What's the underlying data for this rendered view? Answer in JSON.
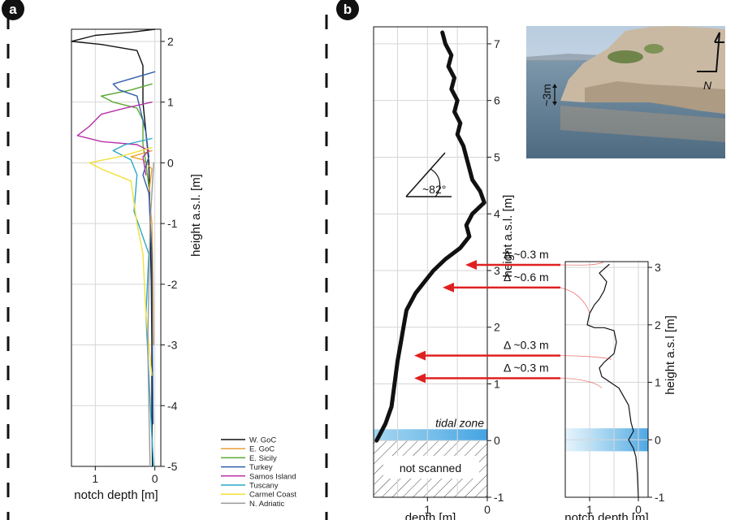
{
  "panel_labels": [
    "a",
    "b"
  ],
  "photo": {
    "label": "~3m",
    "north": "N"
  },
  "chart_data": [
    {
      "id": "a",
      "type": "line",
      "xlabel": "notch depth [m]",
      "ylabel": "height a.s.l. [m]",
      "xlim": [
        1.4,
        -0.1
      ],
      "ylim": [
        -5,
        2.2
      ],
      "xticks": [
        1,
        0
      ],
      "yticks": [
        2,
        1,
        0,
        -1,
        -2,
        -3,
        -4,
        -5
      ],
      "grid": true,
      "legend": "bottom-right",
      "series": [
        {
          "name": "W. GoC",
          "color": "#111111",
          "points": [
            [
              0,
              2.2
            ],
            [
              0.4,
              2.15
            ],
            [
              1.0,
              2.1
            ],
            [
              1.4,
              2.0
            ],
            [
              0.9,
              1.95
            ],
            [
              0.3,
              1.85
            ],
            [
              0.2,
              1.6
            ],
            [
              0.2,
              1.0
            ],
            [
              0.15,
              0.5
            ],
            [
              0.12,
              0.2
            ],
            [
              0.1,
              0
            ],
            [
              0.08,
              -1
            ],
            [
              0.06,
              -2
            ],
            [
              0.05,
              -3
            ],
            [
              0.05,
              -4
            ],
            [
              0.04,
              -5
            ]
          ]
        },
        {
          "name": "E. GoC",
          "color": "#e8a03a",
          "points": [
            [
              0.05,
              0.2
            ],
            [
              0.4,
              0.1
            ],
            [
              0.2,
              0.05
            ],
            [
              0.05,
              -0.1
            ],
            [
              0.1,
              -0.5
            ],
            [
              0.05,
              -1
            ],
            [
              0.03,
              -2
            ],
            [
              0.02,
              -3
            ]
          ]
        },
        {
          "name": "E. Sicily",
          "color": "#5aa832",
          "points": [
            [
              0.05,
              1.3
            ],
            [
              0.4,
              1.2
            ],
            [
              0.9,
              1.1
            ],
            [
              0.7,
              1.0
            ],
            [
              0.3,
              0.9
            ],
            [
              0.2,
              0.7
            ],
            [
              0.2,
              0.3
            ],
            [
              0.15,
              0
            ],
            [
              0.1,
              -0.4
            ]
          ]
        },
        {
          "name": "Turkey",
          "color": "#2f5fa8",
          "points": [
            [
              0,
              1.5
            ],
            [
              0.35,
              1.4
            ],
            [
              0.7,
              1.3
            ],
            [
              0.6,
              1.2
            ],
            [
              0.3,
              1.1
            ],
            [
              0.25,
              0.9
            ],
            [
              0.15,
              0.5
            ],
            [
              0.1,
              0.1
            ],
            [
              0.2,
              -0.2
            ],
            [
              0.1,
              -0.5
            ],
            [
              0.05,
              -1.5
            ],
            [
              0.04,
              -3
            ],
            [
              0.03,
              -4.3
            ]
          ]
        },
        {
          "name": "Samos Island",
          "color": "#b832a8",
          "points": [
            [
              0.05,
              1.0
            ],
            [
              0.5,
              0.9
            ],
            [
              0.9,
              0.8
            ],
            [
              1.1,
              0.6
            ],
            [
              1.3,
              0.45
            ],
            [
              0.9,
              0.35
            ],
            [
              0.3,
              0.3
            ],
            [
              0.1,
              0.2
            ],
            [
              0.2,
              0.1
            ],
            [
              0.15,
              -0.2
            ]
          ]
        },
        {
          "name": "Tuscany",
          "color": "#2aa8c8",
          "points": [
            [
              0.05,
              0.4
            ],
            [
              0.5,
              0.3
            ],
            [
              0.7,
              0.2
            ],
            [
              0.4,
              0.05
            ],
            [
              0.3,
              -0.2
            ],
            [
              0.35,
              -0.8
            ],
            [
              0.1,
              -1.5
            ],
            [
              0.15,
              -2.5
            ],
            [
              0.1,
              -3.5
            ],
            [
              0.05,
              -4.5
            ],
            [
              0.02,
              -5
            ]
          ]
        },
        {
          "name": "Carmel Coast",
          "color": "#f2e03a",
          "points": [
            [
              0.05,
              0.25
            ],
            [
              0.6,
              0.1
            ],
            [
              1.1,
              0
            ],
            [
              0.9,
              -0.1
            ],
            [
              0.4,
              -0.3
            ],
            [
              0.3,
              -1
            ],
            [
              0.2,
              -1.5
            ],
            [
              0.15,
              -2.5
            ],
            [
              0.05,
              -3.5
            ]
          ]
        },
        {
          "name": "N. Adriatic",
          "color": "#999999",
          "points": [
            [
              0.02,
              0
            ],
            [
              0.08,
              -1
            ],
            [
              0.1,
              -2
            ],
            [
              0.12,
              -3
            ],
            [
              0.1,
              -4
            ],
            [
              0.08,
              -5
            ]
          ]
        }
      ]
    },
    {
      "id": "b-main",
      "type": "line",
      "xlabel": "depth [m]",
      "ylabel": "height a.s.l. [m]",
      "xlim": [
        1.9,
        0
      ],
      "ylim": [
        -1,
        7.3
      ],
      "xticks": [
        1,
        0
      ],
      "yticks": [
        7,
        6,
        5,
        4,
        3,
        2,
        1,
        0,
        -1
      ],
      "grid": true,
      "series": [
        {
          "name": "",
          "color": "#111111",
          "points": [
            [
              0.75,
              7.2
            ],
            [
              0.7,
              7.0
            ],
            [
              0.6,
              6.8
            ],
            [
              0.65,
              6.6
            ],
            [
              0.55,
              6.4
            ],
            [
              0.6,
              6.2
            ],
            [
              0.5,
              6.0
            ],
            [
              0.55,
              5.8
            ],
            [
              0.45,
              5.6
            ],
            [
              0.5,
              5.4
            ],
            [
              0.4,
              5.2
            ],
            [
              0.35,
              5.0
            ],
            [
              0.3,
              4.8
            ],
            [
              0.25,
              4.6
            ],
            [
              0.12,
              4.4
            ],
            [
              0.05,
              4.2
            ],
            [
              0.25,
              4.0
            ],
            [
              0.35,
              3.8
            ],
            [
              0.3,
              3.6
            ],
            [
              0.45,
              3.4
            ],
            [
              0.7,
              3.2
            ],
            [
              0.9,
              3.0
            ],
            [
              1.05,
              2.8
            ],
            [
              1.2,
              2.6
            ],
            [
              1.35,
              2.3
            ],
            [
              1.4,
              2.0
            ],
            [
              1.45,
              1.7
            ],
            [
              1.5,
              1.4
            ],
            [
              1.55,
              1.0
            ],
            [
              1.6,
              0.6
            ],
            [
              1.7,
              0.3
            ],
            [
              1.8,
              0.1
            ],
            [
              1.85,
              0
            ]
          ]
        }
      ],
      "angle_label": "~82°",
      "tidal_zone_label": "tidal zone",
      "tidal_zone": [
        0,
        0.2
      ],
      "not_scanned_label": "not scanned",
      "not_scanned": [
        -1,
        0
      ]
    },
    {
      "id": "b-inset",
      "type": "line",
      "xlabel": "notch depth [m]",
      "ylabel": "height a.s.l [m]",
      "xlim": [
        1.5,
        -0.2
      ],
      "ylim": [
        -1,
        3.1
      ],
      "xticks": [
        1,
        0
      ],
      "yticks": [
        3,
        2,
        1,
        0,
        -1
      ],
      "grid": true,
      "series": [
        {
          "name": "",
          "color": "#111111",
          "points": [
            [
              0.6,
              3.05
            ],
            [
              0.8,
              2.9
            ],
            [
              0.65,
              2.75
            ],
            [
              0.7,
              2.6
            ],
            [
              0.8,
              2.45
            ],
            [
              0.9,
              2.35
            ],
            [
              1.0,
              2.2
            ],
            [
              1.05,
              2.0
            ],
            [
              0.9,
              1.95
            ],
            [
              0.7,
              1.95
            ],
            [
              0.5,
              1.9
            ],
            [
              0.45,
              1.7
            ],
            [
              0.5,
              1.5
            ],
            [
              0.7,
              1.35
            ],
            [
              0.8,
              1.25
            ],
            [
              0.75,
              1.1
            ],
            [
              0.4,
              0.9
            ],
            [
              0.2,
              0.6
            ],
            [
              0.15,
              0.3
            ],
            [
              0.1,
              0.15
            ],
            [
              0.2,
              0
            ],
            [
              0.1,
              -0.15
            ],
            [
              0.05,
              -0.3
            ],
            [
              0.02,
              -0.6
            ],
            [
              0.0,
              -1
            ]
          ]
        }
      ],
      "tidal_zone": [
        -0.2,
        0.2
      ]
    }
  ],
  "arrows": [
    {
      "label": "Δ ~0.3 m",
      "y_main": 3.1,
      "y_inset": 3.1
    },
    {
      "label": "Δ ~0.6 m",
      "y_main": 2.7,
      "y_inset": 2.2
    },
    {
      "label": "Δ ~0.3 m",
      "y_main": 1.5,
      "y_inset": 1.4
    },
    {
      "label": "Δ ~0.3 m",
      "y_main": 1.1,
      "y_inset": 0.9
    }
  ],
  "colors": {
    "arrow": "#e02020",
    "tidal": "#5ab4e6",
    "ink": "#111111",
    "grid": "#d6d6d6"
  }
}
